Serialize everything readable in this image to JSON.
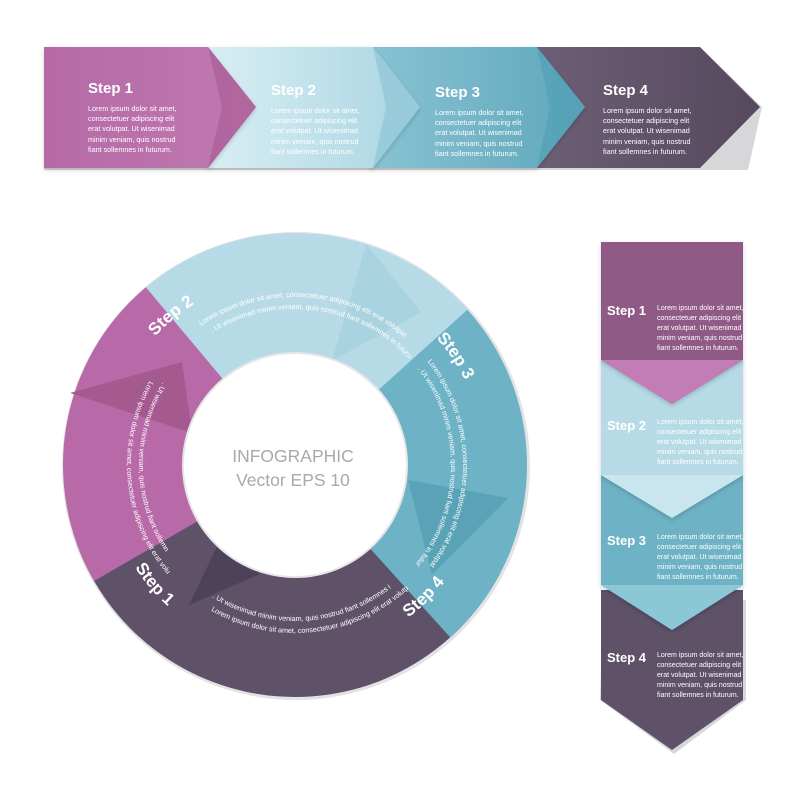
{
  "colors": {
    "pink": "#b76aa7",
    "light_blue": "#b6dbe6",
    "teal": "#6db2c5",
    "purple": "#5e5168",
    "top_purple": "#8f5a86"
  },
  "steps": [
    {
      "label": "Step 1",
      "lines": [
        "Lorem ipsum dolor sit amet,",
        "consectetuer adipiscing elit",
        "erat volutpat. Ut wisenimad",
        "minim veniam, quis nostrud",
        "fiant sollemnes in futurum."
      ]
    },
    {
      "label": "Step 2",
      "lines": [
        "Lorem ipsum dolor sit amet,",
        "consectetuer adipiscing elit",
        "erat volutpat. Ut wisenimad",
        "minim veniam, quis nostrud",
        "fiant sollemnes in futurum."
      ]
    },
    {
      "label": "Step 3",
      "lines": [
        "Lorem ipsum dolor sit amet,",
        "consectetuer adipiscing elit",
        "erat volutpat. Ut wisenimad",
        "minim veniam, quis nostrud",
        "fiant sollemnes in futurum."
      ]
    },
    {
      "label": "Step 4",
      "lines": [
        "Lorem ipsum dolor sit amet,",
        "consectetuer adipiscing elit",
        "erat volutpat. Ut wisenimad",
        "minim veniam, quis nostrud",
        "fiant sollemnes in futurum."
      ]
    }
  ],
  "ring": {
    "center_line1": "INFOGRAPHIC",
    "center_line2": "Vector EPS 10",
    "steps": [
      {
        "label": "Step 1",
        "text": "Lorem ipsum dolor sit amet, consectetuer adipiscing elit erat volutpat. Ut wisenimad minim veniam, quis nostrud fiant sollemnes in futurum."
      },
      {
        "label": "Step 2",
        "text": "Lorem ipsum dolor sit amet, consectetuer adipiscing elit erat volutpat. Ut wisenimad minim veniam, quis nostrud fiant sollemnes in futurum."
      },
      {
        "label": "Step 3",
        "text": "Lorem ipsum dolor sit amet, consectetuer adipiscing elit erat volutpat. Ut wisenimad minim veniam, quis nostrud fiant sollemnes in futurum."
      },
      {
        "label": "Step 4",
        "text": "Lorem ipsum dolor sit amet, consectetuer adipiscing elit erat volutpat. Ut wisenimad minim veniam, quis nostrud fiant sollemnes in futurum."
      }
    ]
  }
}
